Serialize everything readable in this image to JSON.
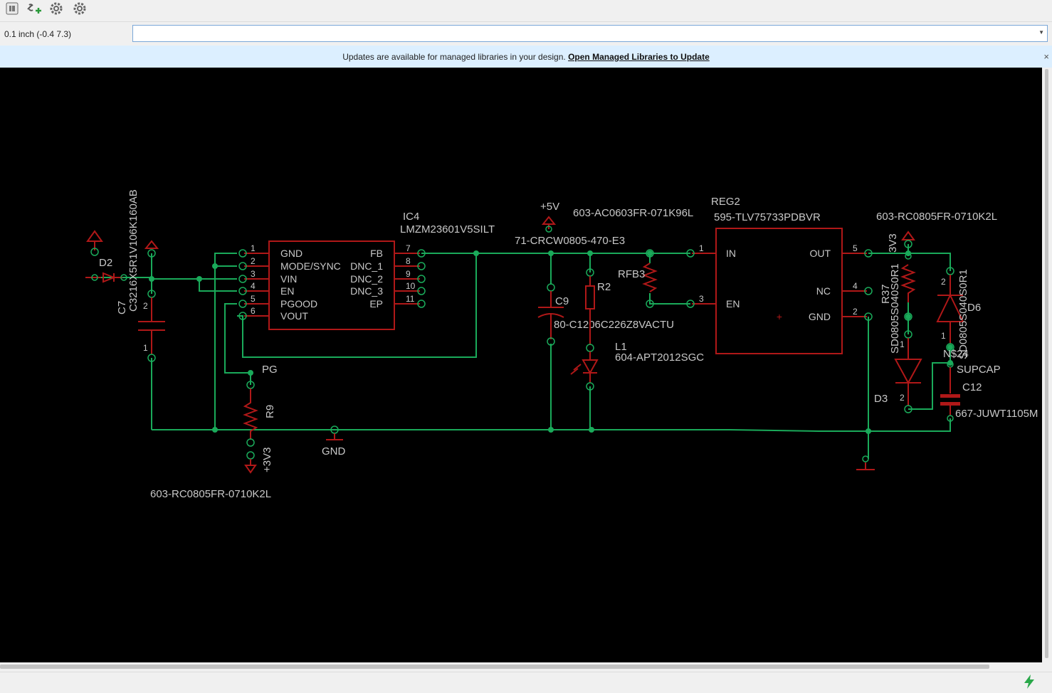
{
  "toolbar": {
    "icons": [
      "library-icon",
      "add-link-icon",
      "gear-icon",
      "gear-icon"
    ]
  },
  "command": {
    "coordinates": "0.1 inch (-0.4 7.3)",
    "input_value": "",
    "input_placeholder": ""
  },
  "notification": {
    "message": "Updates are available for managed libraries in your design.",
    "link": "Open Managed Libraries to Update",
    "close": "×"
  },
  "schematic": {
    "ic4_name": "IC4",
    "ic4_value": "LMZM23601V5SILT",
    "ic4_pins_left": [
      {
        "name": "GND",
        "num": "1"
      },
      {
        "name": "MODE/SYNC",
        "num": "2"
      },
      {
        "name": "VIN",
        "num": "3"
      },
      {
        "name": "EN",
        "num": "4"
      },
      {
        "name": "PGOOD",
        "num": "5"
      },
      {
        "name": "VOUT",
        "num": "6"
      }
    ],
    "ic4_pins_right": [
      {
        "name": "FB",
        "num": "7"
      },
      {
        "name": "DNC_1",
        "num": "8"
      },
      {
        "name": "DNC_2",
        "num": "9"
      },
      {
        "name": "DNC_3",
        "num": "10"
      },
      {
        "name": "EP",
        "num": "11"
      }
    ],
    "reg2_name": "REG2",
    "reg2_value": "595-TLV75733PDBVR",
    "reg2_pins_left": [
      {
        "name": "IN",
        "num": "1"
      },
      {
        "name": "EN",
        "num": "3"
      }
    ],
    "reg2_pins_right": [
      {
        "name": "OUT",
        "num": "5"
      },
      {
        "name": "NC",
        "num": "4"
      },
      {
        "name": "GND",
        "num": "2"
      }
    ],
    "d2": "D2",
    "c7": "C7",
    "c7_value": "C3216X5R1V106K160AB",
    "c7_pin2": "2",
    "c7_pin1": "1",
    "supply_5v": "+5V",
    "r_value_top": "603-AC0603FR-071K96L",
    "r2_value": "71-CRCW0805-470-E3",
    "r2": "R2",
    "rfb3": "RFB3",
    "c9": "C9",
    "c9_value": "80-C1206C226Z8VACTU",
    "l1": "L1",
    "l1_value": "604-APT2012SGC",
    "pg": "PG",
    "r9": "R9",
    "r9_supply": "+3V3",
    "r9_value": "603-RC0805FR-0710K2L",
    "gnd": "GND",
    "r37_value": "603-RC0805FR-0710K2L",
    "r37": "R37",
    "r37_supply": "3V3",
    "d3": "D3",
    "d3_value": "SD0805S040S0R1",
    "d6": "D6",
    "d6_value": "SD0805S040S0R1",
    "supcap": "SUPCAP",
    "c12": "C12",
    "c12_value": "667-JUWT1105M",
    "n_label": "N$24"
  }
}
